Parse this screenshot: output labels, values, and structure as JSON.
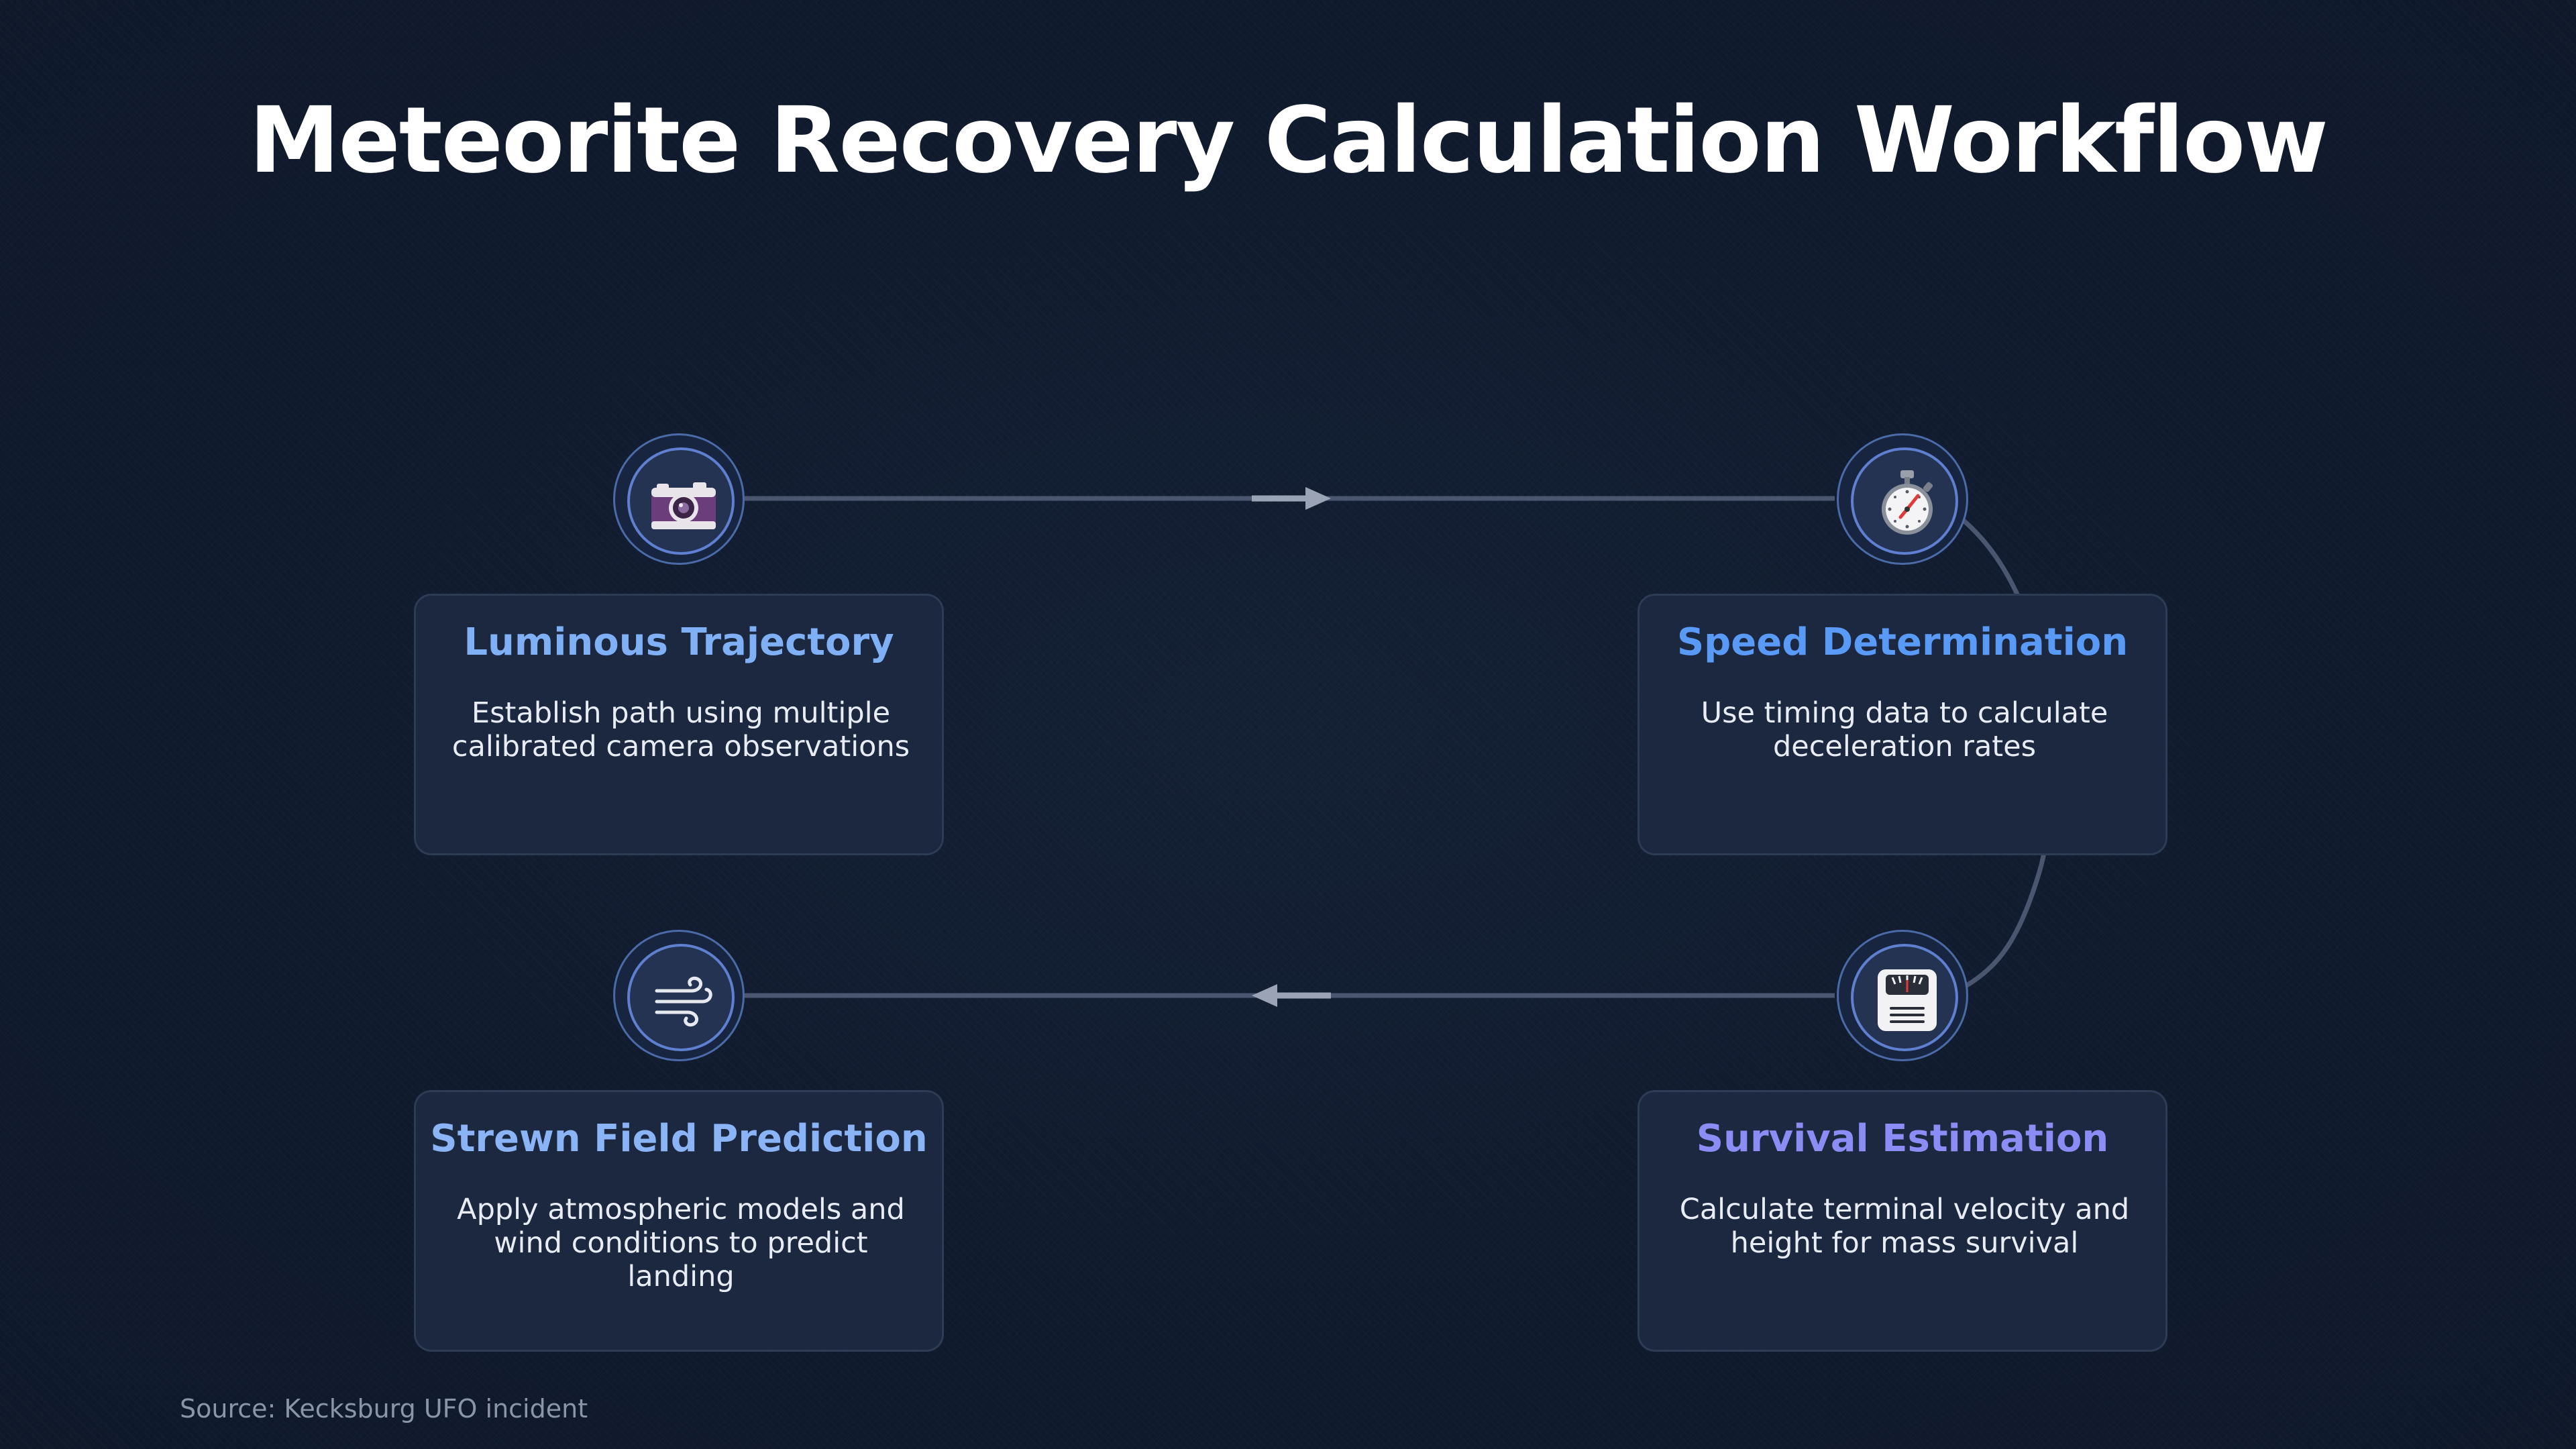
{
  "title": "Meteorite Recovery Calculation Workflow",
  "source": "Source: Kecksburg UFO incident",
  "colors": {
    "background": "#111c30",
    "card_background": "#1c2840",
    "connector": "#4a5670",
    "arrow": "#9aa4b6",
    "icon_ring": "#5f7fd0"
  },
  "steps": [
    {
      "title": "Luminous Trajectory",
      "description": "Establish path using multiple calibrated camera observations",
      "icon": "camera-icon",
      "title_color": "#7fb0f5"
    },
    {
      "title": "Speed Determination",
      "description": "Use timing data to calculate deceleration rates",
      "icon": "stopwatch-icon",
      "title_color": "#5a9af7"
    },
    {
      "title": "Survival Estimation",
      "description": "Calculate terminal velocity and height for mass survival",
      "icon": "scale-icon",
      "title_color": "#8c8cf5"
    },
    {
      "title": "Strewn Field Prediction",
      "description": "Apply atmospheric models and wind conditions to predict landing",
      "icon": "wind-icon",
      "title_color": "#8ab4f5"
    }
  ]
}
